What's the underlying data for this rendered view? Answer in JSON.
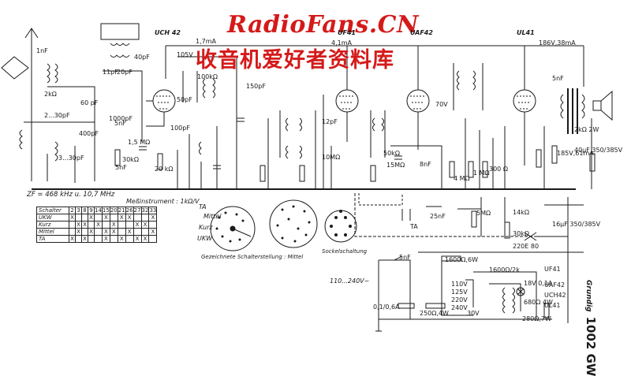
{
  "watermark": {
    "title": "RadioFans.CN",
    "subtitle": "收音机爱好者资料库"
  },
  "model": {
    "brand": "Grundig",
    "name": "1002 GW"
  },
  "tubes": {
    "t1": "UCH 42",
    "t2": "UF41",
    "t3": "UAF42",
    "t4": "UL41"
  },
  "notes": {
    "if_freq": "ZF = 468 kHz u. 10,7 MHz",
    "meter": "Meßinstrument : 1kΩ/V",
    "switch_caption": "Gezeichnete Schalterstellung : Mittel",
    "socket_caption": "Sockelschaltung",
    "mains_range": "110...240V~"
  },
  "switch_table": {
    "header_label": "Schalter",
    "columns": [
      "2",
      "3",
      "8",
      "9",
      "14",
      "15",
      "20",
      "21",
      "26",
      "27",
      "32",
      "33"
    ],
    "rows": [
      {
        "label": "UKW",
        "marks": [
          1,
          0,
          0,
          1,
          0,
          1,
          0,
          1,
          1,
          0,
          0,
          1
        ]
      },
      {
        "label": "Kurz",
        "marks": [
          0,
          1,
          1,
          0,
          1,
          0,
          1,
          0,
          0,
          1,
          1,
          0
        ]
      },
      {
        "label": "Mittel",
        "marks": [
          0,
          1,
          0,
          1,
          0,
          1,
          1,
          0,
          1,
          0,
          0,
          1
        ]
      },
      {
        "label": "TA",
        "marks": [
          1,
          0,
          1,
          0,
          0,
          1,
          0,
          1,
          0,
          1,
          1,
          0
        ]
      }
    ],
    "mark_symbol": "X"
  },
  "switch_positions": {
    "ta": "TA",
    "mittel": "Mittel",
    "kurz": "Kurz",
    "ukw": "UKW"
  },
  "labels": [
    {
      "id": "c1nf",
      "text": "1nF"
    },
    {
      "id": "r2k",
      "text": "2kΩ"
    },
    {
      "id": "c2_30pf",
      "text": "2...30pF"
    },
    {
      "id": "c3_30pf",
      "text": "3...30pF"
    },
    {
      "id": "c400pf",
      "text": "400pF"
    },
    {
      "id": "c60pf",
      "text": "60 pF"
    },
    {
      "id": "c5nf_a",
      "text": "5nF"
    },
    {
      "id": "r30k_a",
      "text": "30kΩ"
    },
    {
      "id": "r15m",
      "text": "1,5 MΩ"
    },
    {
      "id": "r20k",
      "text": "20 kΩ"
    },
    {
      "id": "c5nf_b",
      "text": "5nF"
    },
    {
      "id": "v105",
      "text": "105V"
    },
    {
      "id": "c11pf",
      "text": "11pF"
    },
    {
      "id": "c20pf",
      "text": "20pF"
    },
    {
      "id": "c40pf",
      "text": "40pF"
    },
    {
      "id": "c50pf",
      "text": "50pF"
    },
    {
      "id": "c150pf",
      "text": "150pF"
    },
    {
      "id": "c1000pf",
      "text": "1000pF"
    },
    {
      "id": "r100k",
      "text": "100kΩ"
    },
    {
      "id": "c100pf",
      "text": "100pF"
    },
    {
      "id": "ma_41",
      "text": "4,1mA"
    },
    {
      "id": "ma_17",
      "text": "1,7mA"
    },
    {
      "id": "v70",
      "text": "70V"
    },
    {
      "id": "v186",
      "text": "186V,38mA"
    },
    {
      "id": "c5nf_c",
      "text": "5nF"
    },
    {
      "id": "r2k_2w",
      "text": "2kΩ 2W"
    },
    {
      "id": "c40uf",
      "text": "40μF 350/385V"
    },
    {
      "id": "v185",
      "text": "185V,61mA"
    },
    {
      "id": "r10m",
      "text": "10MΩ"
    },
    {
      "id": "r15m_b",
      "text": "15MΩ"
    },
    {
      "id": "c8nf",
      "text": "8nF"
    },
    {
      "id": "r300",
      "text": "300 Ω"
    },
    {
      "id": "r1m",
      "text": "1 MΩ"
    },
    {
      "id": "c25nf",
      "text": "25nF"
    },
    {
      "id": "r5m",
      "text": "5MΩ"
    },
    {
      "id": "r14k",
      "text": "14kΩ"
    },
    {
      "id": "r30k_b",
      "text": "30kΩ"
    },
    {
      "id": "c16uf",
      "text": "16μF 350/385V"
    },
    {
      "id": "e80",
      "text": "220E 80"
    },
    {
      "id": "c5nf_d",
      "text": "5nF"
    },
    {
      "id": "r1600",
      "text": "1600Ω,6W"
    },
    {
      "id": "r1600_2k",
      "text": "1600Ω/2k"
    },
    {
      "id": "v110",
      "text": "110V"
    },
    {
      "id": "v125",
      "text": "125V"
    },
    {
      "id": "v220",
      "text": "220V"
    },
    {
      "id": "v240",
      "text": "240V"
    },
    {
      "id": "v30",
      "text": "30V"
    },
    {
      "id": "f01",
      "text": "0,1/0,6A"
    },
    {
      "id": "r250",
      "text": "250Ω,4W"
    },
    {
      "id": "v18",
      "text": "18V 0,1A"
    },
    {
      "id": "r680",
      "text": "680Ω 4W"
    },
    {
      "id": "r280",
      "text": "280Ω,7W"
    },
    {
      "id": "uf41b",
      "text": "UF41"
    },
    {
      "id": "uaf42b",
      "text": "UAF42"
    },
    {
      "id": "uch42b",
      "text": "UCH42"
    },
    {
      "id": "ul41b",
      "text": "UL41"
    },
    {
      "id": "ta_in",
      "text": "TA"
    },
    {
      "id": "r50k",
      "text": "50kΩ"
    },
    {
      "id": "r4m",
      "text": "4 MΩ"
    },
    {
      "id": "c12pf",
      "text": "12pF"
    }
  ],
  "colors": {
    "ink": "#1a1a1a",
    "watermark": "#d41a1a",
    "paper": "#ffffff"
  }
}
